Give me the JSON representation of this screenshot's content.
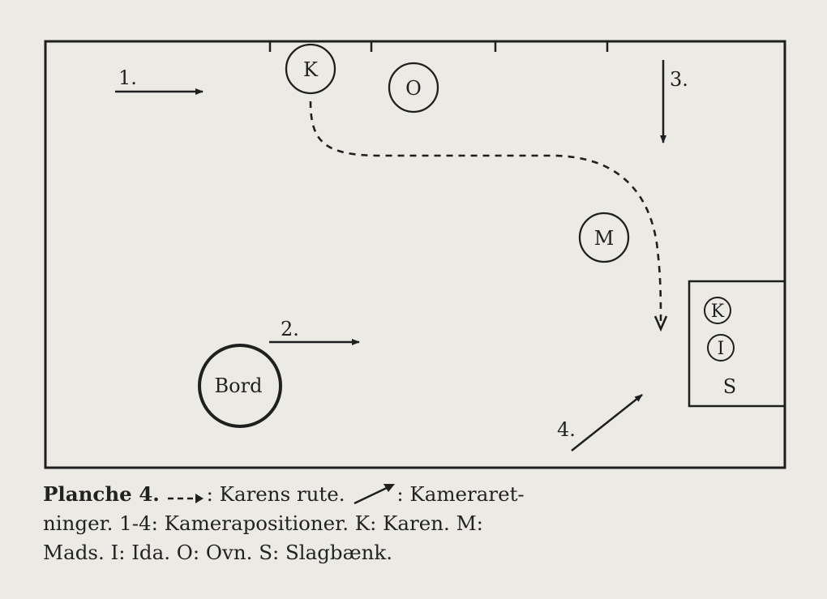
{
  "diagram": {
    "camera_labels": [
      "1.",
      "2.",
      "3.",
      "4."
    ],
    "markers": {
      "karen_start": "K",
      "oven": "O",
      "mads": "M",
      "karen_bench": "K",
      "ida": "I",
      "bench": "S",
      "table": "Bord"
    }
  },
  "caption": {
    "heading": "Planche 4.",
    "route_legend": ": Karens rute.",
    "camera_legend_a": ": Kameraret-",
    "line2": "ninger. 1-4: Kamerapositioner. K: Karen. M:",
    "line3": "Mads. I: Ida. O: Ovn. S: Slagbænk."
  },
  "colors": {
    "ink": "#1f1f1f",
    "paper": "#eceae5"
  }
}
